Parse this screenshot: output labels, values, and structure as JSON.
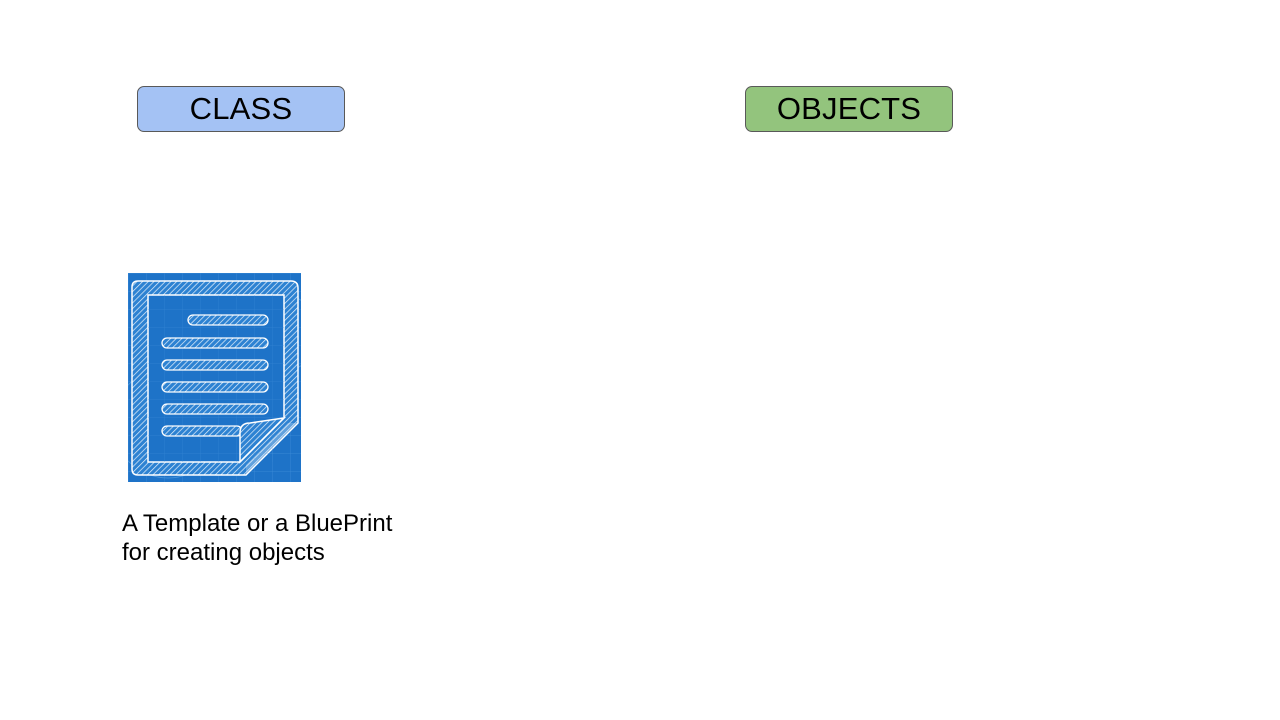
{
  "class_box": {
    "label": "CLASS"
  },
  "objects_box": {
    "label": "OBJECTS"
  },
  "caption": {
    "line1": "A Template or a BluePrint",
    "line2": "for creating objects"
  },
  "icon": {
    "name": "blueprint-document-icon"
  },
  "colors": {
    "class_fill": "#a4c2f4",
    "objects_fill": "#93c47d",
    "blueprint_bg": "#1e73c8",
    "border": "#595959"
  }
}
